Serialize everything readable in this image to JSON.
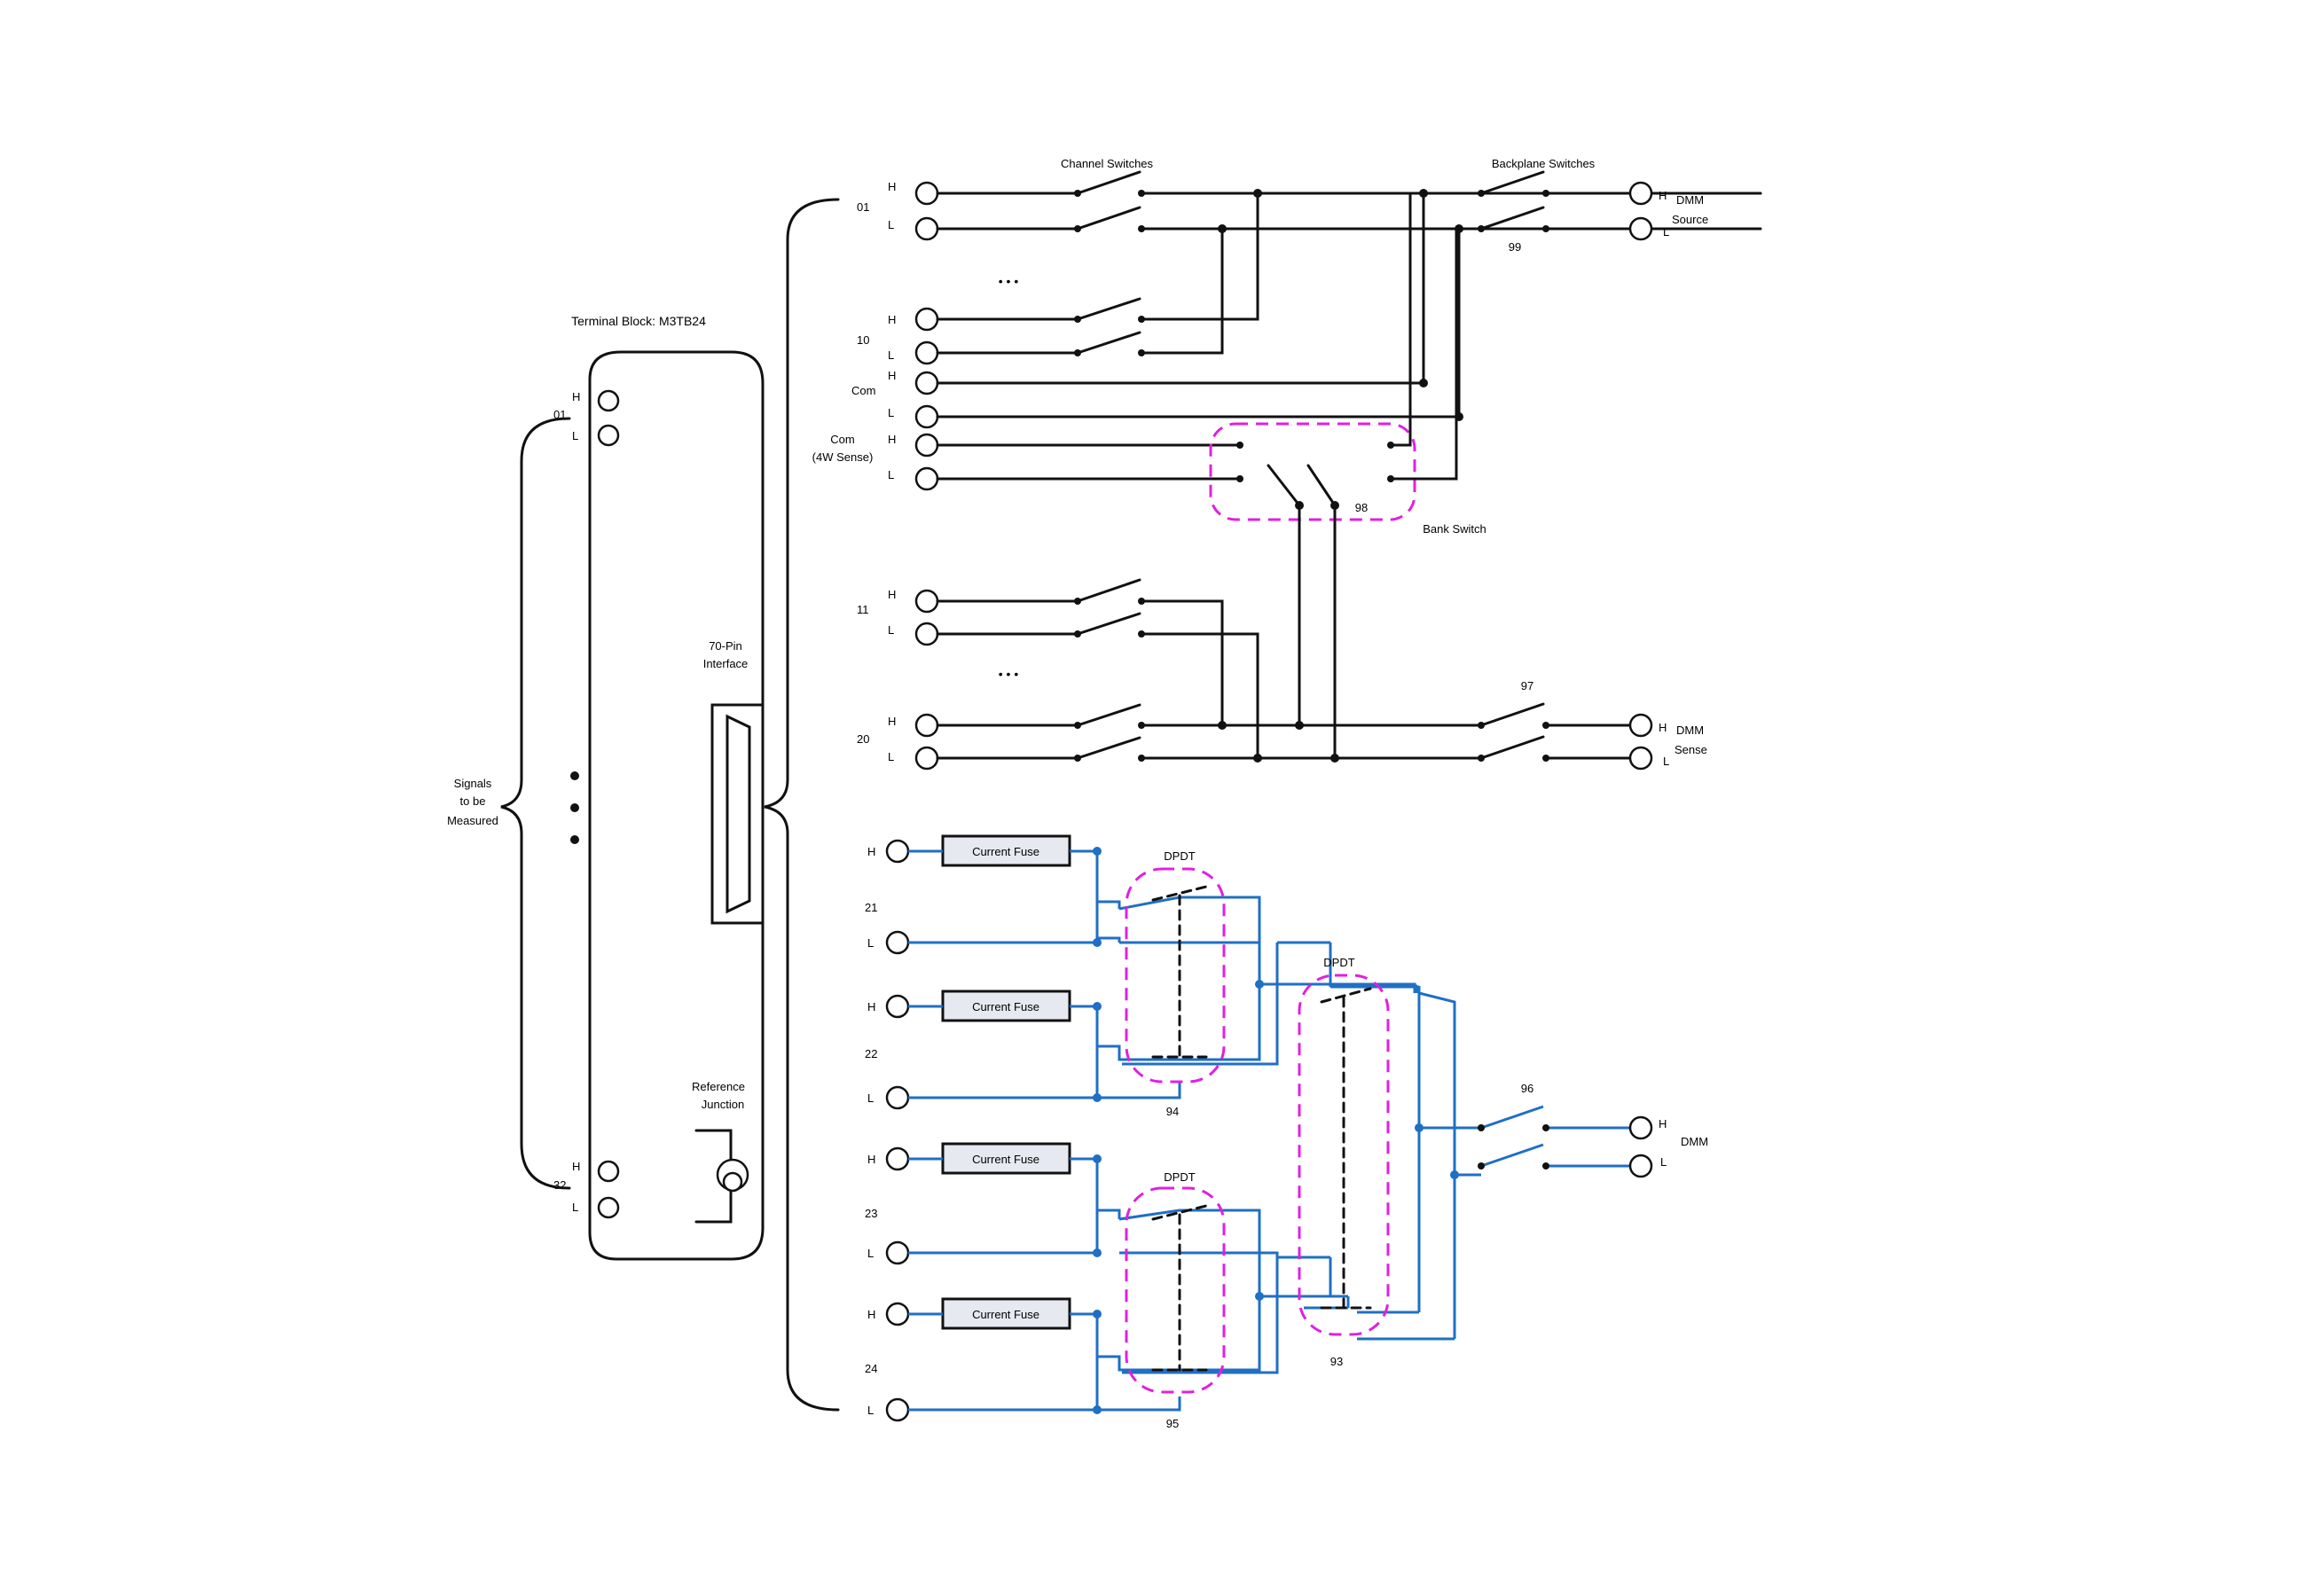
{
  "labels": {
    "channel_switches": "Channel Switches",
    "backplane_switches": "Backplane Switches",
    "terminal_block": "Terminal Block: M3TB24",
    "interface": [
      "70-Pin",
      "Interface"
    ],
    "signals": [
      "Signals",
      "to be",
      "Measured"
    ],
    "reference_junction": [
      "Reference",
      "Junction"
    ],
    "bank_switch": "Bank Switch",
    "dmm_source": [
      "DMM",
      "Source"
    ],
    "dmm_sense": [
      "DMM",
      "Sense"
    ],
    "dmm": "DMM",
    "com": "Com",
    "com_4w": [
      "Com",
      "(4W Sense)"
    ],
    "h": "H",
    "l": "L",
    "dpdt": "DPDT",
    "current_fuse": "Current Fuse",
    "ellipsis": "• • •"
  },
  "channels": {
    "ch01": "01",
    "ch10": "10",
    "ch11": "11",
    "ch20": "20",
    "ch21": "21",
    "ch22": "22",
    "ch23": "23",
    "ch24": "24",
    "tb_01": "01",
    "tb_32": "32"
  },
  "switch_numbers": {
    "s99": "99",
    "s98": "98",
    "s97": "97",
    "s96": "96",
    "s94": "94",
    "s95": "95",
    "s93": "93"
  },
  "colors": {
    "wire": "#111111",
    "current_wire": "#1f6fc5",
    "dashed_group": "#e020e0",
    "fuse_fill": "#e6eaf0"
  }
}
